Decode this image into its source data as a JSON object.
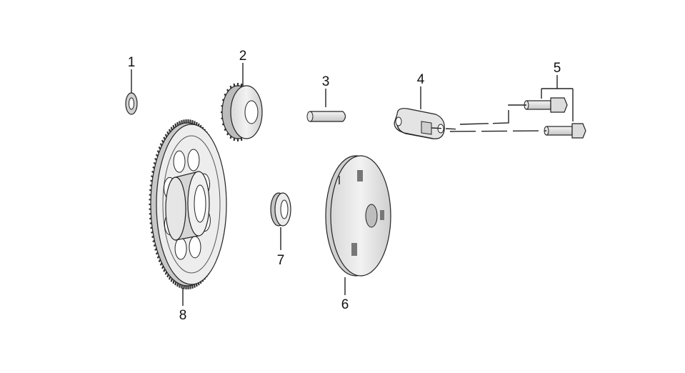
{
  "diagram": {
    "callouts": [
      {
        "id": "1",
        "label": "1"
      },
      {
        "id": "2",
        "label": "2"
      },
      {
        "id": "3",
        "label": "3"
      },
      {
        "id": "4",
        "label": "4"
      },
      {
        "id": "5",
        "label": "5"
      },
      {
        "id": "6",
        "label": "6"
      },
      {
        "id": "7",
        "label": "7"
      },
      {
        "id": "8",
        "label": "8"
      }
    ],
    "colors": {
      "background": "#ffffff",
      "line": "#222222",
      "part_fill": "#ededed",
      "shade": "#c8c8c8",
      "dark": "#8a8a8a"
    }
  }
}
